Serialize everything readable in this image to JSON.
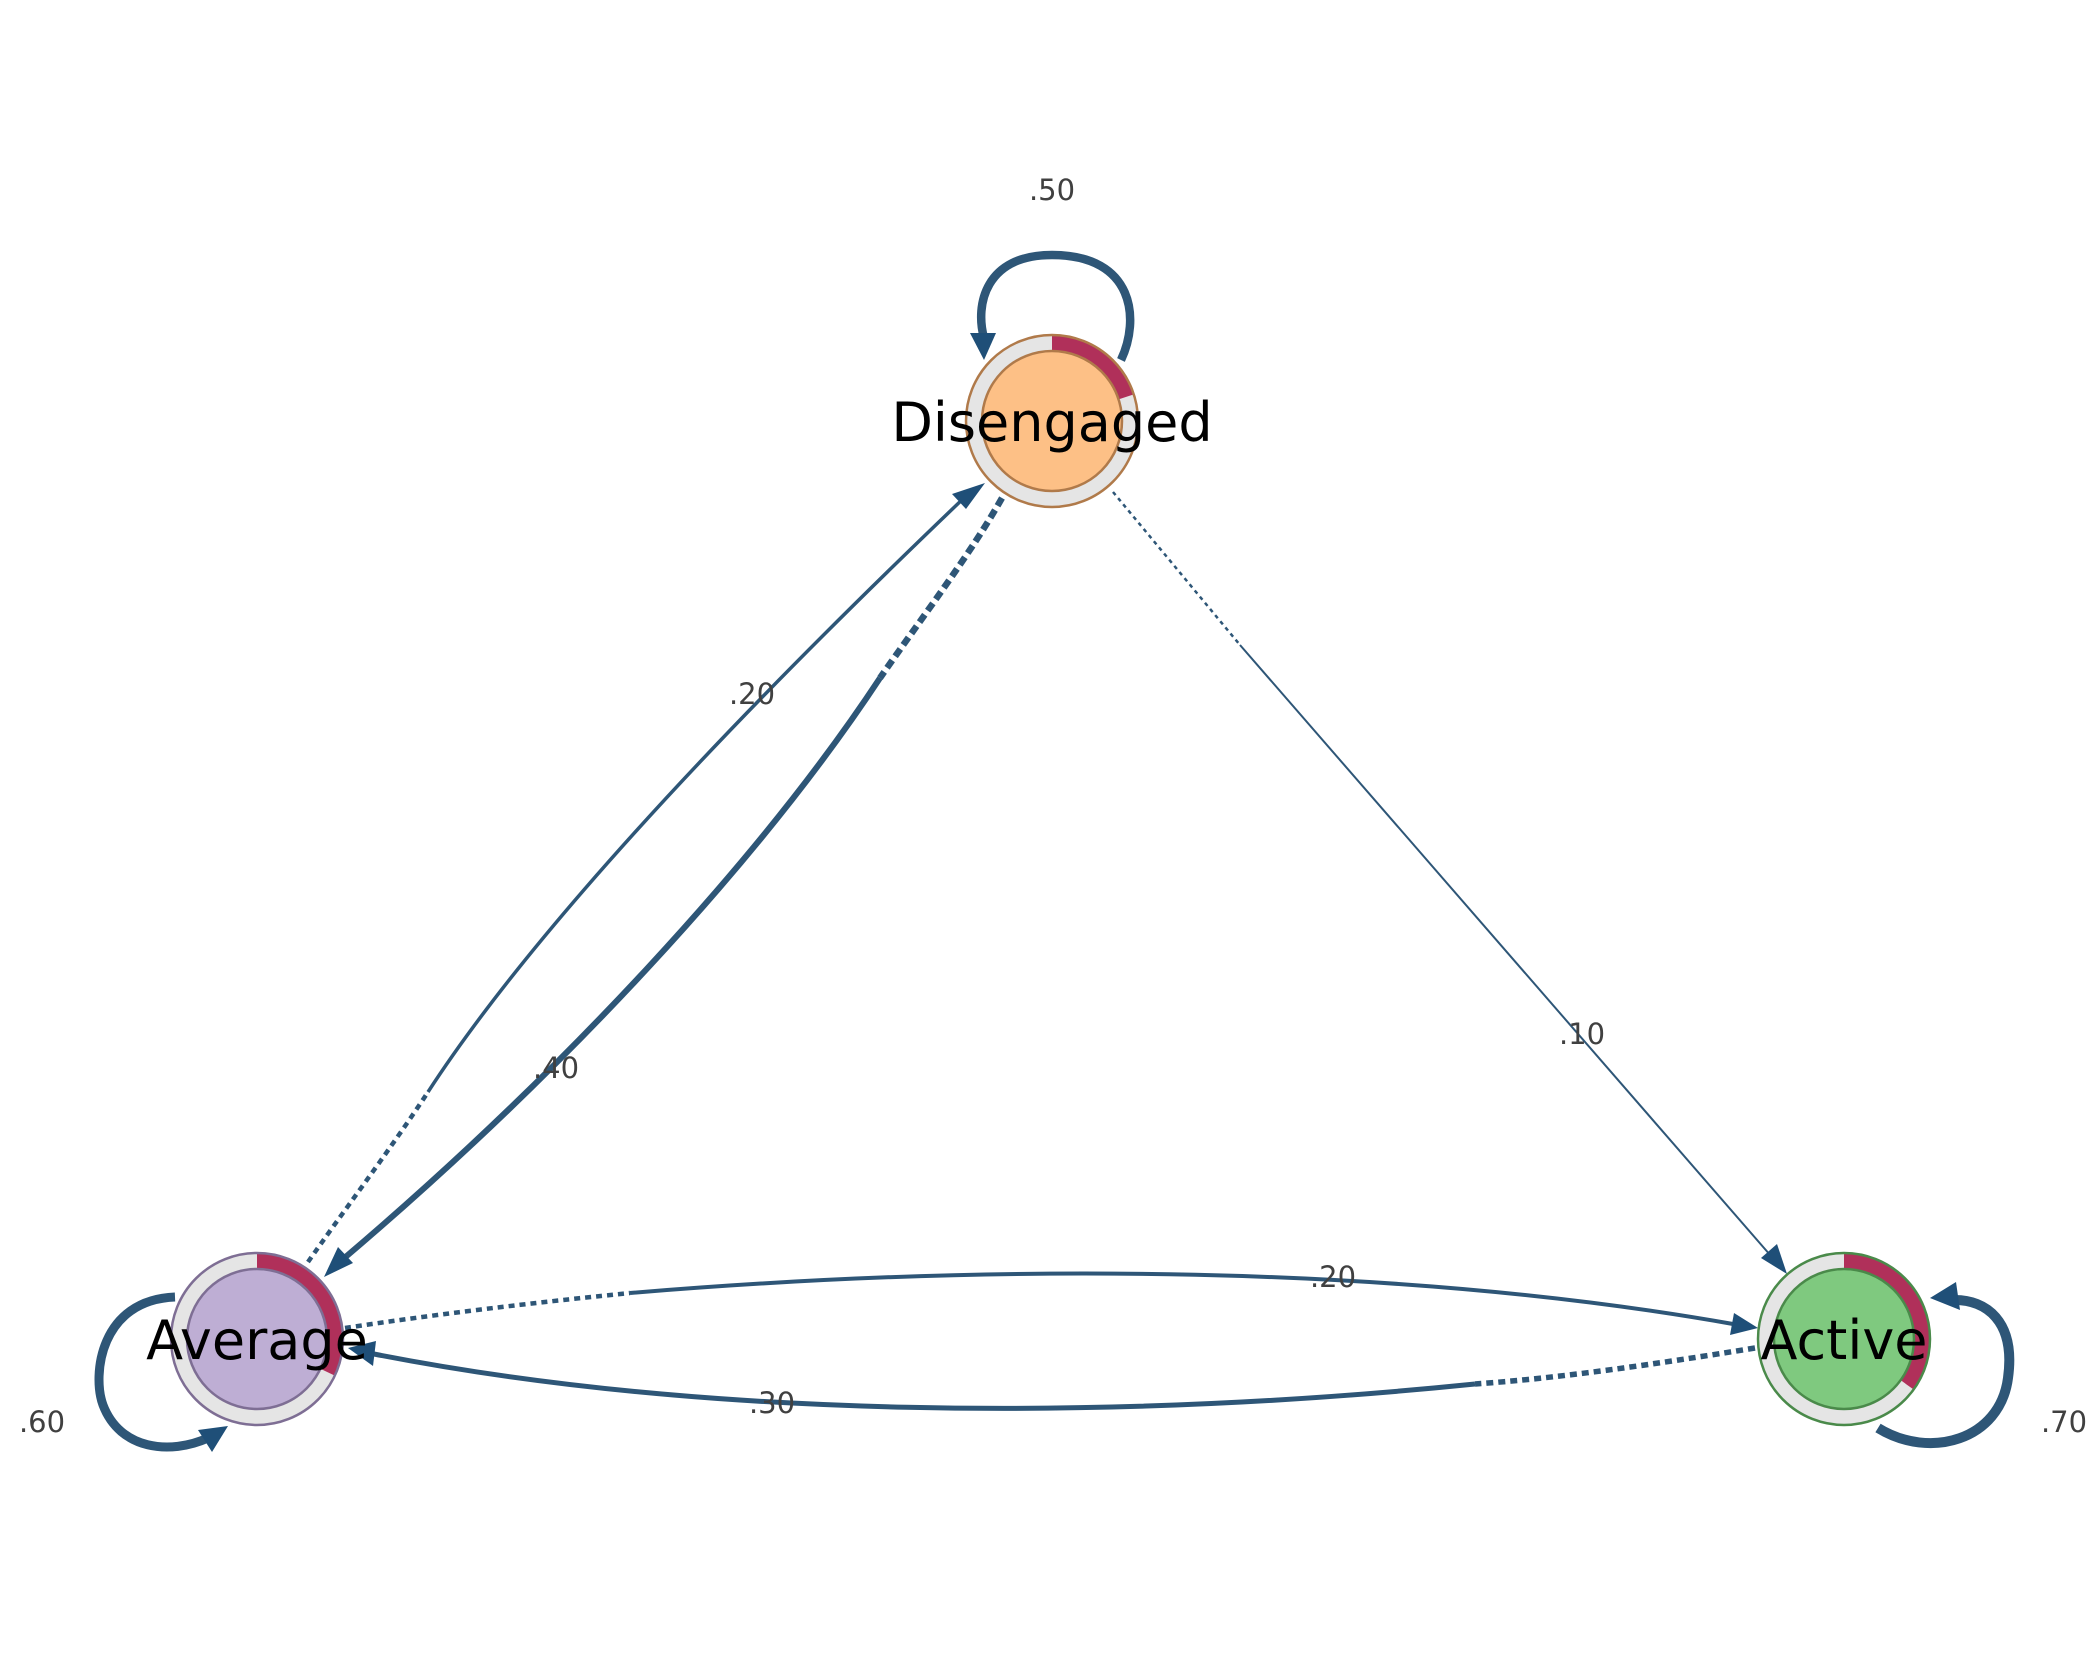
{
  "colors": {
    "edge": "#2e5677",
    "arrowhead": "#1f4f78",
    "pie_accent": "#b0305a",
    "ring_background": "#e5e5e5"
  },
  "nodes": [
    {
      "id": "disengaged",
      "label": "Disengaged",
      "fill": "#fdc086",
      "border": "#b07a4a",
      "pie_fraction": 0.2
    },
    {
      "id": "average",
      "label": "Average",
      "fill": "#beaed4",
      "border": "#7e6e94",
      "pie_fraction": 0.32
    },
    {
      "id": "active",
      "label": "Active",
      "fill": "#7fc97f",
      "border": "#4a8a4a",
      "pie_fraction": 0.35
    }
  ],
  "edges": [
    {
      "from": "disengaged",
      "to": "disengaged",
      "weight": 0.5,
      "label": ".50"
    },
    {
      "from": "average",
      "to": "average",
      "weight": 0.6,
      "label": ".60"
    },
    {
      "from": "active",
      "to": "active",
      "weight": 0.7,
      "label": ".70"
    },
    {
      "from": "average",
      "to": "disengaged",
      "weight": 0.2,
      "label": ".20"
    },
    {
      "from": "disengaged",
      "to": "average",
      "weight": 0.4,
      "label": ".40"
    },
    {
      "from": "disengaged",
      "to": "active",
      "weight": 0.1,
      "label": ".10"
    },
    {
      "from": "average",
      "to": "active",
      "weight": 0.2,
      "label": ".20"
    },
    {
      "from": "active",
      "to": "average",
      "weight": 0.3,
      "label": ".30"
    }
  ]
}
